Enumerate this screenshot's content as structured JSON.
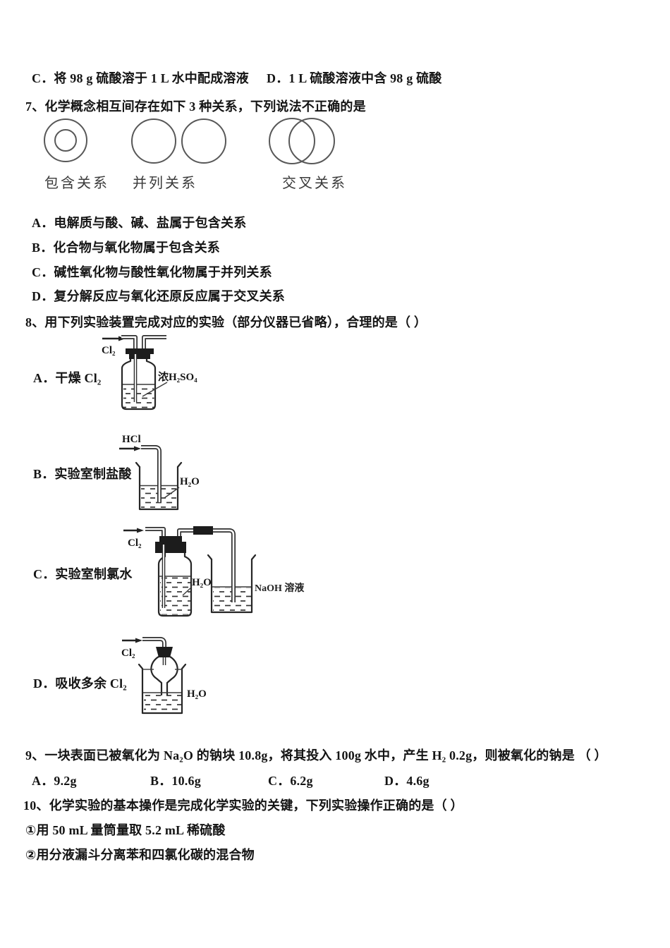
{
  "q6": {
    "option_c": "C．将 98 g 硫酸溶于 1 L 水中配成溶液",
    "option_d": "D．1 L 硫酸溶液中含 98 g 硫酸"
  },
  "q7": {
    "stem": "7、化学概念相互间存在如下 3 种关系，下列说法不正确的是",
    "relations": [
      {
        "label": "包含关系",
        "type": "concentric-circles"
      },
      {
        "label": "并列关系",
        "type": "separate-circles"
      },
      {
        "label": "交叉关系",
        "type": "overlapping-circles"
      }
    ],
    "options": [
      "A．电解质与酸、碱、盐属于包含关系",
      "B．化合物与氧化物属于包含关系",
      "C．碱性氧化物与酸性氧化物属于并列关系",
      "D．复分解反应与氧化还原反应属于交叉关系"
    ]
  },
  "q8": {
    "stem": "8、用下列实验装置完成对应的实验（部分仪器已省略），合理的是（  ）",
    "apparatus": [
      {
        "label": "A．干燥 Cl₂",
        "gas": "Cl₂",
        "reagent": "浓H₂SO₄"
      },
      {
        "label": "B．实验室制盐酸",
        "gas": "HCl",
        "reagent": "H₂O"
      },
      {
        "label": "C．实验室制氯水",
        "gas": "Cl₂",
        "bottle_reagent": "H₂O",
        "beaker_reagent": "NaOH 溶液"
      },
      {
        "label": "D．吸收多余 Cl₂",
        "gas": "Cl₂",
        "reagent": "H₂O"
      }
    ]
  },
  "q9": {
    "stem": "9、一块表面已被氧化为 Na₂O 的钠块 10.8g，将其投入 100g 水中，产生 H₂ 0.2g，则被氧化的钠是 （ ）",
    "options": [
      "A．9.2g",
      "B．10.6g",
      "C．6.2g",
      "D．4.6g"
    ]
  },
  "q10": {
    "stem": "10、化学实验的基本操作是完成化学实验的关键，下列实验操作正确的是（  ）",
    "numbered_items": [
      "①用 50 mL 量筒量取 5.2 mL 稀硫酸",
      "②用分液漏斗分离苯和四氯化碳的混合物"
    ]
  }
}
